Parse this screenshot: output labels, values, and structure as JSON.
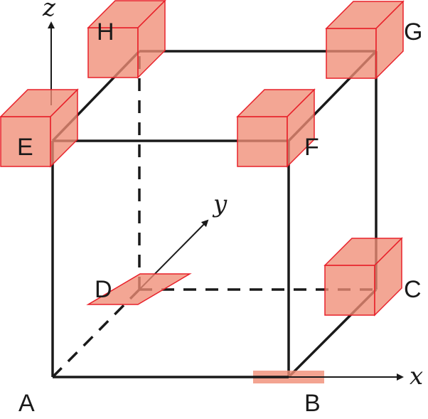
{
  "vertices": {
    "A": "A",
    "B": "B",
    "C": "C",
    "D": "D",
    "E": "E",
    "F": "F",
    "G": "G",
    "H": "H"
  },
  "axes": {
    "x": "x",
    "y": "y",
    "z": "z"
  },
  "colors": {
    "cube_fill": "#f08d76",
    "cube_stroke": "#e8202a",
    "edge": "#1a1a1a",
    "background": "#ffffff"
  }
}
